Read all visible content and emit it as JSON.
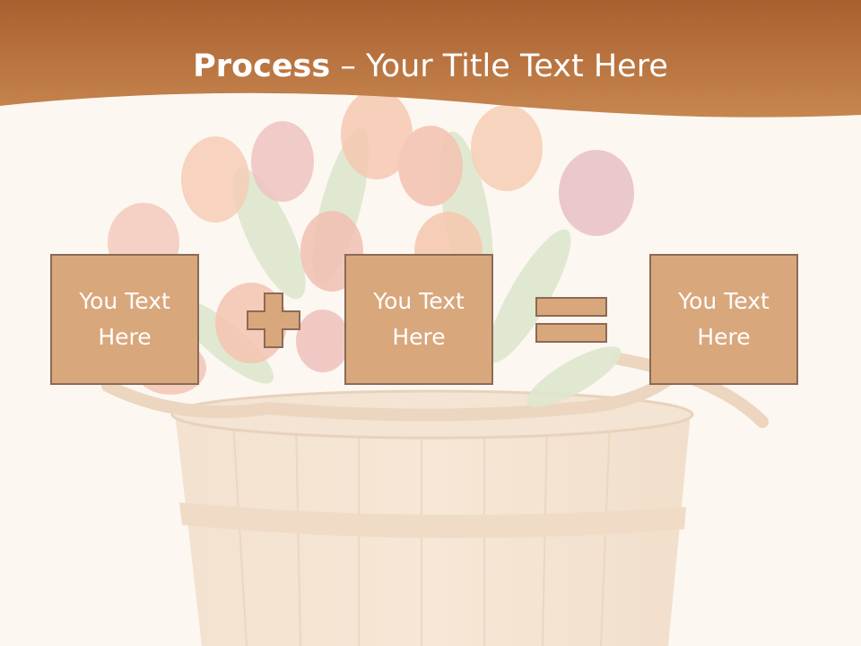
{
  "slide": {
    "title_bold": "Process",
    "title_rest": " – Your Title Text Here",
    "boxes": [
      {
        "label": "You Text Here"
      },
      {
        "label": "You Text Here"
      },
      {
        "label": "You Text Here"
      }
    ],
    "operators": [
      "plus-icon",
      "equals-icon"
    ],
    "colors": {
      "header": "#b8743e",
      "box_fill": "#d9a77c",
      "box_border": "#8a6b55",
      "background": "#fdf7f2"
    }
  }
}
